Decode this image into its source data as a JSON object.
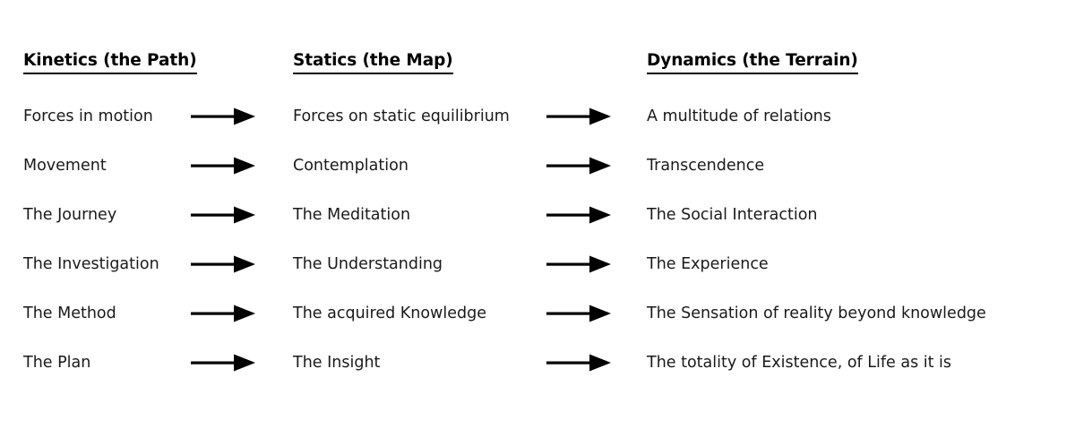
{
  "diagram": {
    "title_present": false,
    "background_color": "#ffffff",
    "text_color": "#1a1a1a",
    "arrow_color": "#000000",
    "columns": [
      {
        "header": "Kinetics (the Path)"
      },
      {
        "header": "Statics (the Map)"
      },
      {
        "header": "Dynamics (the Terrain)"
      }
    ],
    "connector": {
      "icon": "right-arrow-icon",
      "label": "arrow pointing right"
    },
    "rows": [
      {
        "kinetics": "Forces in motion",
        "statics": "Forces on static equilibrium",
        "dynamics": "A multitude of relations"
      },
      {
        "kinetics": "Movement",
        "statics": "Contemplation",
        "dynamics": "Transcendence"
      },
      {
        "kinetics": "The Journey",
        "statics": "The Meditation",
        "dynamics": "The Social Interaction"
      },
      {
        "kinetics": "The Investigation",
        "statics": "The Understanding",
        "dynamics": "The Experience"
      },
      {
        "kinetics": "The Method",
        "statics": "The acquired Knowledge",
        "dynamics": "The Sensation of reality beyond knowledge"
      },
      {
        "kinetics": "The Plan",
        "statics": "The Insight",
        "dynamics": "The totality of Existence, of Life as it is"
      }
    ]
  }
}
